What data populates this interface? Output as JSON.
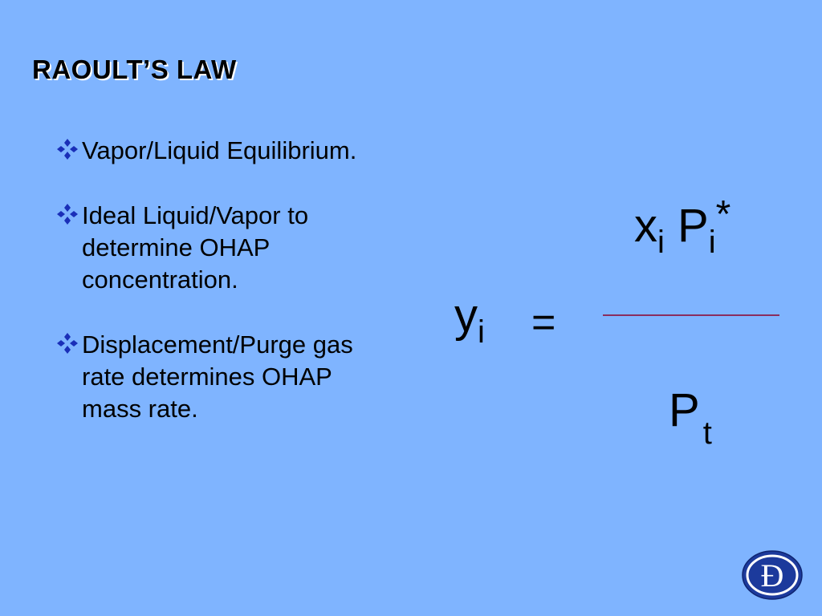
{
  "slide": {
    "title": "RAOULT’S LAW",
    "bullets": [
      {
        "text": "Vapor/Liquid Equilibrium."
      },
      {
        "text": "Ideal Liquid/Vapor to determine OHAP concentration."
      },
      {
        "text": "Displacement/Purge gas rate determines OHAP mass rate."
      }
    ],
    "bullet_icon": "diamond-bullet-icon",
    "formula": {
      "lhs_var": "y",
      "lhs_sub": "i",
      "equals": "=",
      "num_x": "x",
      "num_x_sub": "i",
      "num_p": "P",
      "num_p_sub": "i",
      "num_p_sup": "*",
      "den_p": "P",
      "den_sub": "t"
    },
    "logo": {
      "letter": "Đ",
      "icon": "logo-badge-icon"
    },
    "colors": {
      "background": "#7fb4ff",
      "bullet": "#1a2fb8",
      "logo_fill": "#1c3a9c",
      "fraction_line": "#8a2d5e"
    }
  }
}
